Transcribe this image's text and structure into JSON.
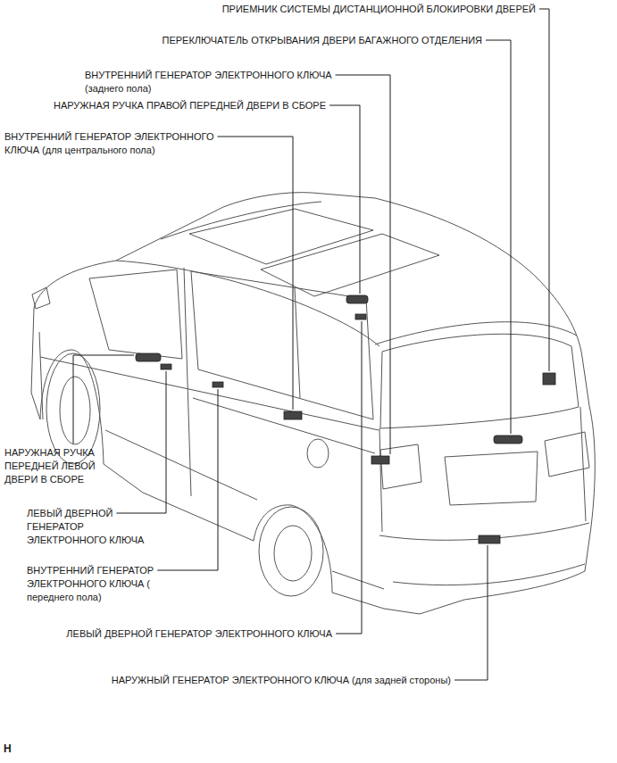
{
  "diagram": {
    "labels": [
      "ПРИЕМНИК СИСТЕМЫ ДИСТАНЦИОННОЙ БЛОКИРОВКИ ДВЕРЕЙ",
      "ПЕРЕКЛЮЧАТЕЛЬ ОТКРЫВАНИЯ ДВЕРИ БАГАЖНОГО ОТДЕЛЕНИЯ",
      "ВНУТРЕННИЙ ГЕНЕРАТОР ЭЛЕКТРОННОГО КЛЮЧА (заднего пола)",
      "НАРУЖНАЯ РУЧКА ПРАВОЙ ПЕРЕДНЕЙ ДВЕРИ В СБОРЕ",
      "ВНУТРЕННИЙ ГЕНЕРАТОР ЭЛЕКТРОННОГО КЛЮЧА (для центрального пола)",
      "НАРУЖНАЯ РУЧКА ПЕРЕДНЕЙ ЛЕВОЙ ДВЕРИ В СБОРЕ",
      "ЛЕВЫЙ ДВЕРНОЙ ГЕНЕРАТОР ЭЛЕКТРОННОГО КЛЮЧА",
      "ВНУТРЕННИЙ ГЕНЕРАТОР ЭЛЕКТРОННОГО КЛЮЧА ( переднего пола)",
      "ЛЕВЫЙ ДВЕРНОЙ ГЕНЕРАТОР ЭЛЕКТРОННОГО КЛЮЧА",
      "НАРУЖНЫЙ ГЕНЕРАТОР ЭЛЕКТРОННОГО КЛЮЧА (для задней стороны)",
      "H"
    ]
  }
}
